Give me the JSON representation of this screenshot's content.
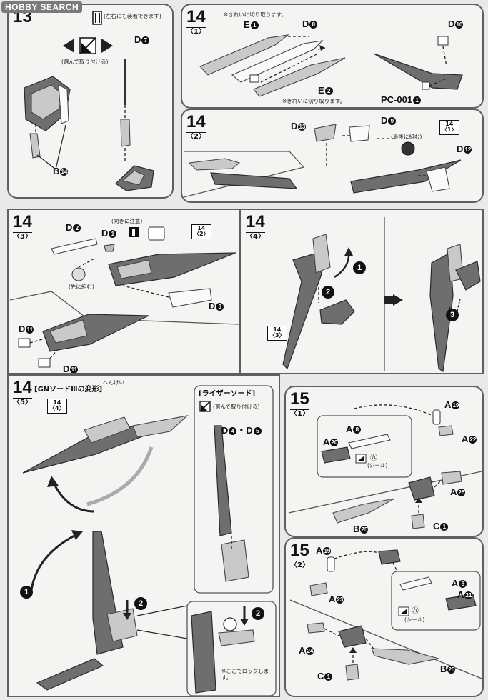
{
  "watermark": "HOBBY SEARCH",
  "steps": {
    "s13": {
      "number": "13",
      "note": "(左右にも装着できます)",
      "choice_note": "(選んで取り付ける)",
      "labels": {
        "d7": "D",
        "d7_no": "7",
        "b14": "B",
        "b14_no": "14"
      }
    },
    "s14_1": {
      "number": "14",
      "sub": "〈1〉",
      "note_top": "※きれいに切り取ります。",
      "note_bottom": "※きれいに切り取ります。",
      "labels": {
        "e1": "E",
        "e1_no": "1",
        "d8": "D",
        "d8_no": "8",
        "e2": "E",
        "e2_no": "2",
        "d10": "D",
        "d10_no": "10",
        "pc": "PC-001",
        "pc_no": "1"
      }
    },
    "s14_2": {
      "number": "14",
      "sub": "〈2〉",
      "paint_note": "(最後に組む)",
      "ref": {
        "number": "14",
        "sub": "〈1〉"
      },
      "labels": {
        "d13": "D",
        "d13_no": "13",
        "d9": "D",
        "d9_no": "9",
        "d12": "D",
        "d12_no": "12"
      }
    },
    "s14_3": {
      "number": "14",
      "sub": "〈3〉",
      "caution": "(向きに注意)",
      "first_note": "(先に組む)",
      "ref": {
        "number": "14",
        "sub": "〈2〉"
      },
      "labels": {
        "d2": "D",
        "d2_no": "2",
        "d1": "D",
        "d1_no": "1",
        "d3": "D",
        "d3_no": "3",
        "d11a": "D",
        "d11a_no": "11",
        "d11b": "D",
        "d11b_no": "11"
      }
    },
    "s14_4": {
      "number": "14",
      "sub": "〈4〉",
      "ref": {
        "number": "14",
        "sub": "〈3〉"
      },
      "badges": [
        "1",
        "2",
        "3"
      ]
    },
    "s14_5": {
      "number": "14",
      "sub": "〈5〉",
      "title": "[GNソードⅢの変形]",
      "ruby": "へんけい",
      "ref": {
        "number": "14",
        "sub": "〈4〉"
      },
      "badges": [
        "1",
        "2",
        "2"
      ],
      "lock_note": "※ここでロックします。",
      "riser": {
        "title": "[ライザーソード]",
        "choice_note": "(選んで取り付ける)",
        "label": "D",
        "label_no": "4",
        "sep": "・",
        "label2": "D",
        "label2_no": "5"
      }
    },
    "s15_1": {
      "number": "15",
      "sub": "〈1〉",
      "sticker_num": "㊈",
      "sticker_label": "(シール)",
      "labels": {
        "a19": "A",
        "a19_no": "19",
        "a22": "A",
        "a22_no": "22",
        "a8": "A",
        "a8_no": "8",
        "a20": "A",
        "a20_no": "20",
        "a25": "A",
        "a25_no": "25",
        "b25": "B",
        "b25_no": "25",
        "c1": "C",
        "c1_no": "1"
      }
    },
    "s15_2": {
      "number": "15",
      "sub": "〈2〉",
      "sticker_num": "㊈",
      "sticker_label": "(シール)",
      "labels": {
        "a19": "A",
        "a19_no": "19",
        "a23": "A",
        "a23_no": "23",
        "a8": "A",
        "a8_no": "8",
        "a21": "A",
        "a21_no": "21",
        "a24": "A",
        "a24_no": "24",
        "b25": "B",
        "b25_no": "25",
        "c1": "C",
        "c1_no": "1"
      }
    }
  }
}
